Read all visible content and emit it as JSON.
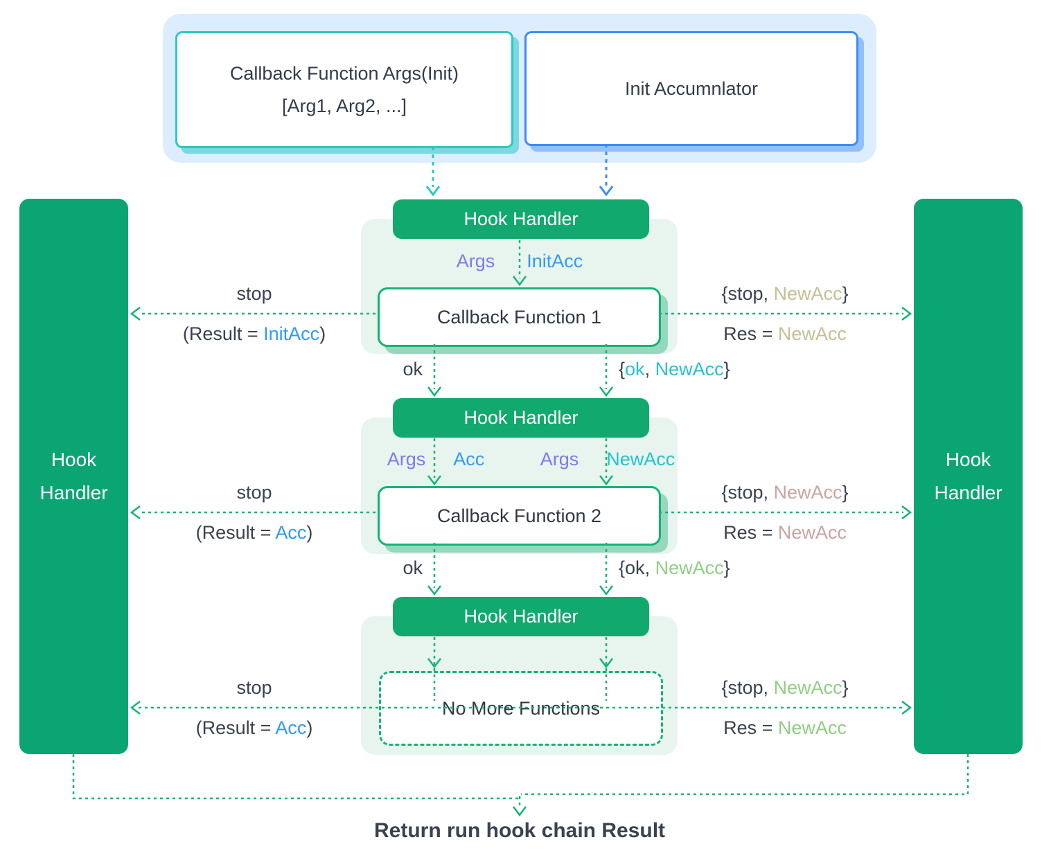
{
  "palette": {
    "green_fill": "#0BA573",
    "pill_green": "#11A96E",
    "line_green": "#14B377",
    "teal_accent": "#2BC8C4",
    "blue_accent": "#3D8AF7",
    "light_blue_bg": "#DBEDFE",
    "light_green_bg": "#E7F5EE",
    "purple_text": "#7B7BF0",
    "blue_text": "#2F9AFF",
    "cyan_text": "#25C2CE",
    "khaki_text": "#C4BF95",
    "pink_text": "#C8A4A4",
    "light_green_text": "#92CD84",
    "dark_text": "#3A4250"
  },
  "top": {
    "callback_args_line1": "Callback Function Args(Init)",
    "callback_args_line2": "[Arg1, Arg2, ...]",
    "init_accumulator": "Init Accumnlator"
  },
  "side_left": {
    "line1": "Hook",
    "line2": "Handler"
  },
  "side_right": {
    "line1": "Hook",
    "line2": "Handler"
  },
  "rows": [
    {
      "hook_handler": "Hook Handler",
      "node_label": "Callback Function 1",
      "in_left": "Args",
      "in_right": "InitAcc",
      "stop_label": "stop",
      "result_pre": "(Result = ",
      "result_value": "InitAcc",
      "result_post": ")",
      "out_pre": "{stop, ",
      "out_value": "NewAcc",
      "out_post": "}",
      "res_pre": "Res = ",
      "res_value": "NewAcc",
      "ok_label": "ok",
      "okout_pre": "{",
      "okout_ok": "ok",
      "okout_mid": ", ",
      "okout_value": "NewAcc",
      "okout_post": "}"
    },
    {
      "hook_handler": "Hook Handler",
      "node_label": "Callback Function 2",
      "in1_left": "Args",
      "in1_right": "Acc",
      "in2_left": "Args",
      "in2_right": "NewAcc",
      "stop_label": "stop",
      "result_pre": "(Result = ",
      "result_value": "Acc",
      "result_post": ")",
      "out_pre": "{stop, ",
      "out_value": "NewAcc",
      "out_post": "}",
      "res_pre": "Res = ",
      "res_value": "NewAcc",
      "ok_label": "ok",
      "okout_pre": "{",
      "okout_ok": "ok",
      "okout_mid": ", ",
      "okout_value": "NewAcc",
      "okout_post": "}"
    },
    {
      "hook_handler": "Hook Handler",
      "node_label": "No More Functions",
      "stop_label": "stop",
      "result_pre": "(Result = ",
      "result_value": "Acc",
      "result_post": ")",
      "out_pre": "{stop, ",
      "out_value": "NewAcc",
      "out_post": "}",
      "res_pre": "Res = ",
      "res_value": "NewAcc"
    }
  ],
  "bottom": {
    "return_label": "Return run hook chain Result"
  }
}
